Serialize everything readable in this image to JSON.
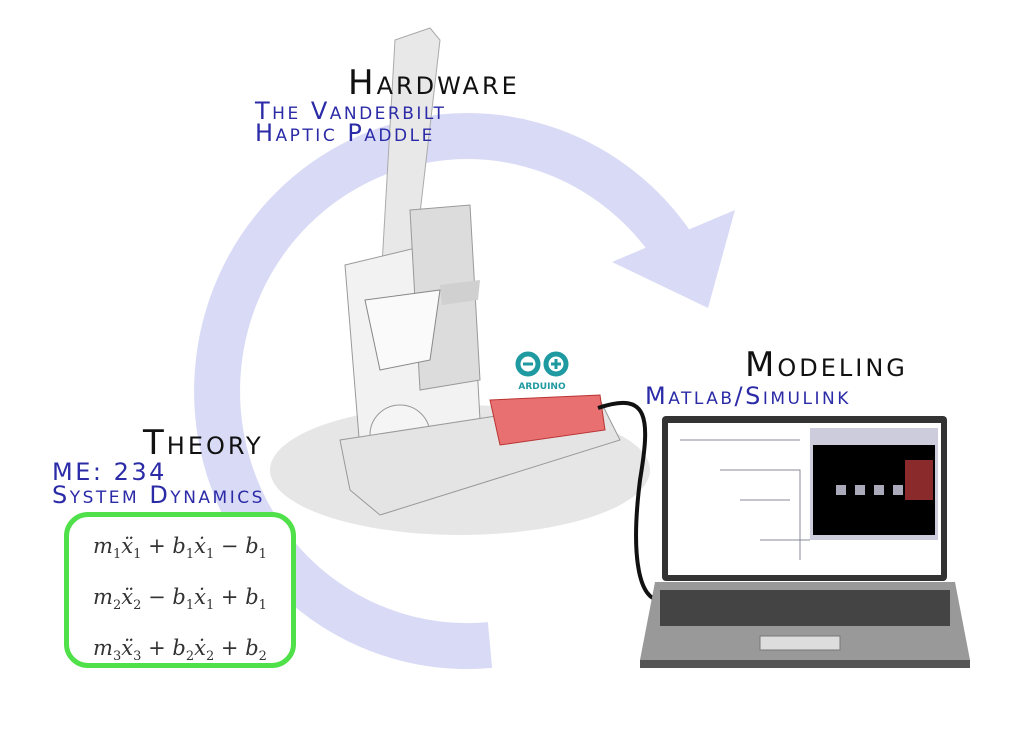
{
  "hardware": {
    "title": "Hardware",
    "subtitle_line1": "The Vanderbilt",
    "subtitle_line2": "Haptic Paddle"
  },
  "modeling": {
    "title": "Modeling",
    "subtitle": "Matlab/Simulink"
  },
  "theory": {
    "title": "Theory",
    "subtitle_line1": "ME: 234",
    "subtitle_line2": "System Dynamics"
  },
  "equations": [
    {
      "m": "m",
      "mi": "1",
      "x": "ẍ",
      "xi": "1",
      "op1": "+",
      "b": "b",
      "bi": "1",
      "xd": "ẋ",
      "xdi": "1",
      "op2": "−",
      "b2": "b",
      "b2i": "1"
    },
    {
      "m": "m",
      "mi": "2",
      "x": "ẍ",
      "xi": "2",
      "op1": "−",
      "b": "b",
      "bi": "1",
      "xd": "ẋ",
      "xdi": "1",
      "op2": "+",
      "b2": "b",
      "b2i": "1"
    },
    {
      "m": "m",
      "mi": "3",
      "x": "ẍ",
      "xi": "3",
      "op1": "+",
      "b": "b",
      "bi": "2",
      "xd": "ẋ",
      "xdi": "2",
      "op2": "+",
      "b2": "b",
      "b2i": "2"
    }
  ],
  "arduino_label": "ARDUINO",
  "colors": {
    "cycle_arrow": "#d9dbf6",
    "subtitle": "#2b2ba8",
    "eq_border": "#4fe04a",
    "arduino": "#1e9aa0",
    "board": "#e05a5a"
  }
}
